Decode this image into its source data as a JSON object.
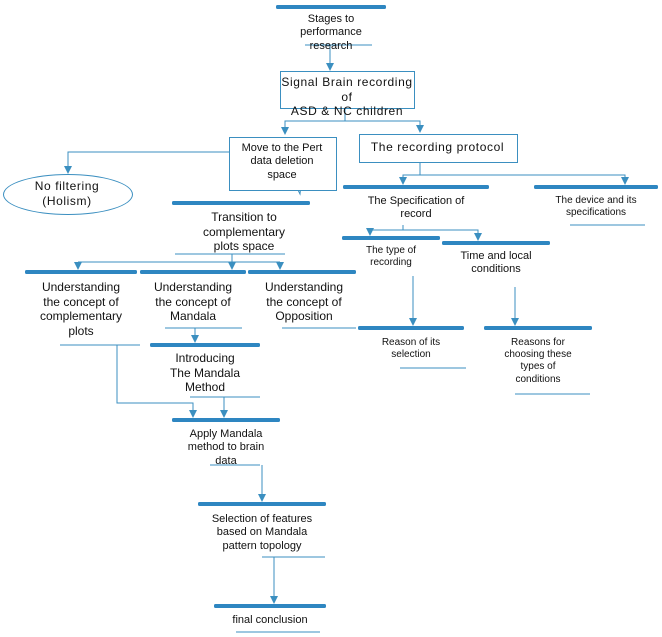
{
  "nodes": {
    "stages": "Stages to performance\nresearch",
    "signal": "Signal Brain recording of\nASD & NC children",
    "move": "Move to the Pert\ndata deletion\nspace",
    "no_filtering": "No filtering\n(Holism)",
    "protocol": "The recording protocol",
    "transition": "Transition to\ncomplementary\nplots space",
    "spec_record": "The Specification of\nrecord",
    "device": "The device and its\nspecifications",
    "type_recording": "The type of\nrecording",
    "time_local": "Time and local\nconditions",
    "u_complementary": "Understanding\nthe concept of\ncomplementary\nplots",
    "u_mandala": "Understanding\nthe concept of\nMandala",
    "u_opposition": "Understanding\nthe concept of\nOpposition",
    "reason_selection": "Reason of its\nselection",
    "reasons_conditions": "Reasons for\nchoosing these\ntypes of\nconditions",
    "introducing": "Introducing\nThe Mandala\nMethod",
    "apply": "Apply Mandala\nmethod to brain\ndata",
    "selection": "Selection of features\nbased on Mandala\npattern topology",
    "final": "final conclusion"
  },
  "colors": {
    "accent": "#2e86c1",
    "line": "#3b8fc0",
    "text": "#111111"
  }
}
